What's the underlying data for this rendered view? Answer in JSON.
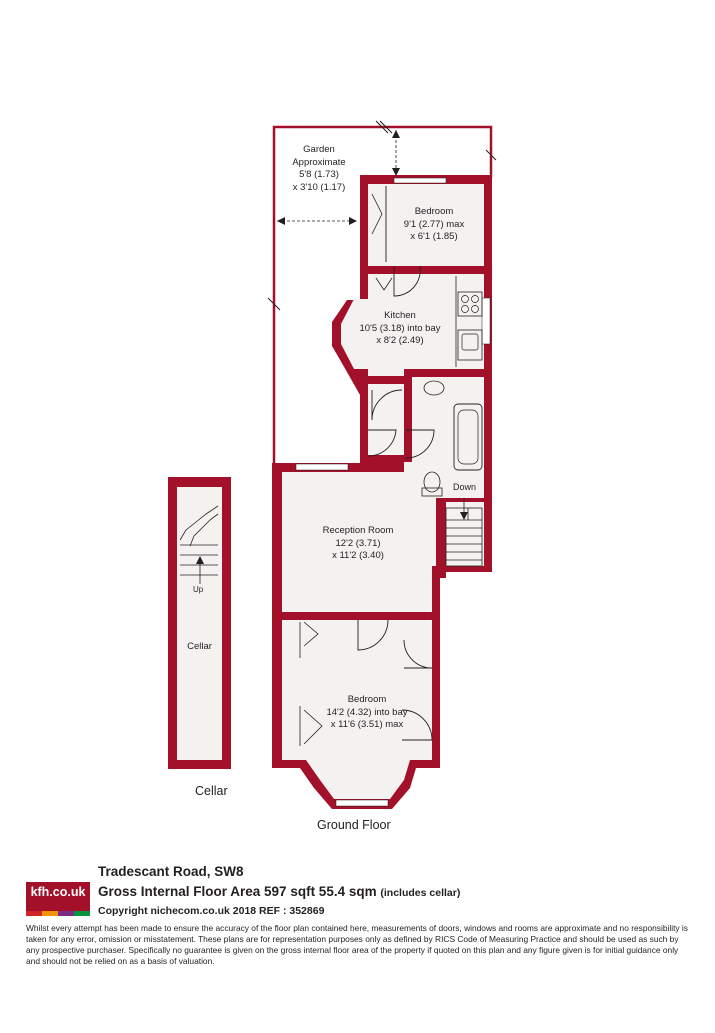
{
  "colors": {
    "wall": "#a3102a",
    "floor": "#f3f2f1",
    "ink": "#231f20",
    "window_glass": "#ffffff",
    "brand": "#a3102a",
    "brand_strip": [
      "#d1232a",
      "#f39200",
      "#7a2d82",
      "#009640"
    ]
  },
  "rooms": {
    "garden": {
      "name": "Garden",
      "line2": "Approximate",
      "dim1": "5'8 (1.73)",
      "dim2": "x 3'10 (1.17)"
    },
    "bedroom_small": {
      "name": "Bedroom",
      "dim1": "9'1 (2.77) max",
      "dim2": "x 6'1 (1.85)"
    },
    "kitchen": {
      "name": "Kitchen",
      "dim1": "10'5 (3.18) into bay",
      "dim2": "x 8'2 (2.49)"
    },
    "reception": {
      "name": "Reception Room",
      "dim1": "12'2 (3.71)",
      "dim2": "x 11'2 (3.40)"
    },
    "bedroom_large": {
      "name": "Bedroom",
      "dim1": "14'2 (4.32) into bay",
      "dim2": "x 11'6 (3.51) max"
    },
    "cellar": {
      "name": "Cellar"
    }
  },
  "labels": {
    "stairs_down": "Down",
    "stairs_up": "Up",
    "cellar_floor": "Cellar",
    "ground_floor": "Ground Floor"
  },
  "footer": {
    "address": "Tradescant Road, SW8",
    "area": "Gross Internal Floor Area 597 sqft 55.4 sqm",
    "area_note": "(includes cellar)",
    "copyright": "Copyright nichecom.co.uk 2018 REF : 352869",
    "logo_text": "kfh.co.uk",
    "disclaimer": "Whilst every attempt has been made to ensure the accuracy of the floor plan contained here, measurements of doors, windows and rooms are approximate and no responsibility is taken for any error, omission or misstatement.  These plans are for representation purposes only as defined by RICS Code of Measuring Practice and should be used as such by any prospective purchaser.  Specifically no guarantee is given on the gross internal floor area of the property if quoted on this plan and any figure given is for initial guidance only and should not be relied on as a basis of valuation."
  }
}
